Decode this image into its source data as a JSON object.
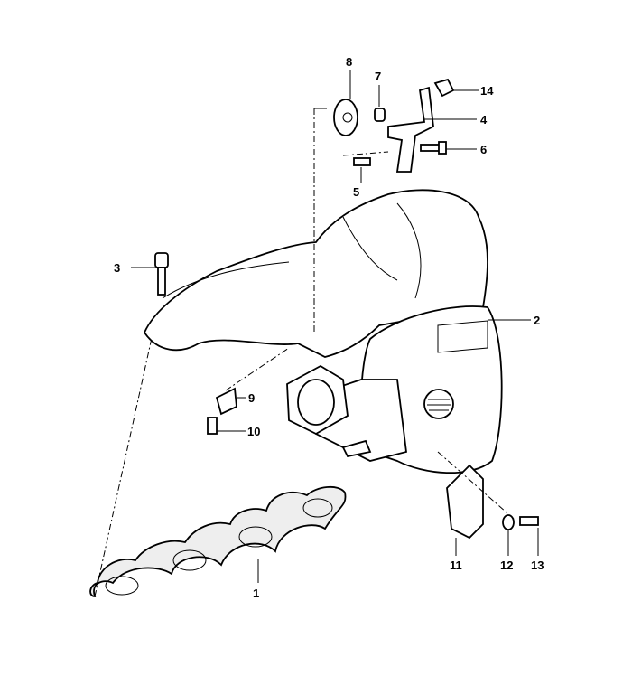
{
  "diagram": {
    "callouts": [
      {
        "id": "1",
        "part": "gasket"
      },
      {
        "id": "2",
        "part": "heat-exchanger"
      },
      {
        "id": "3",
        "part": "bolt"
      },
      {
        "id": "4",
        "part": "bracket"
      },
      {
        "id": "5",
        "part": "screw"
      },
      {
        "id": "6",
        "part": "screw"
      },
      {
        "id": "7",
        "part": "spacer"
      },
      {
        "id": "8",
        "part": "rubber-mount"
      },
      {
        "id": "9",
        "part": "bracket"
      },
      {
        "id": "10",
        "part": "screw"
      },
      {
        "id": "11",
        "part": "bracket"
      },
      {
        "id": "12",
        "part": "washer"
      },
      {
        "id": "13",
        "part": "bolt"
      },
      {
        "id": "14",
        "part": "clip-nut"
      }
    ]
  }
}
